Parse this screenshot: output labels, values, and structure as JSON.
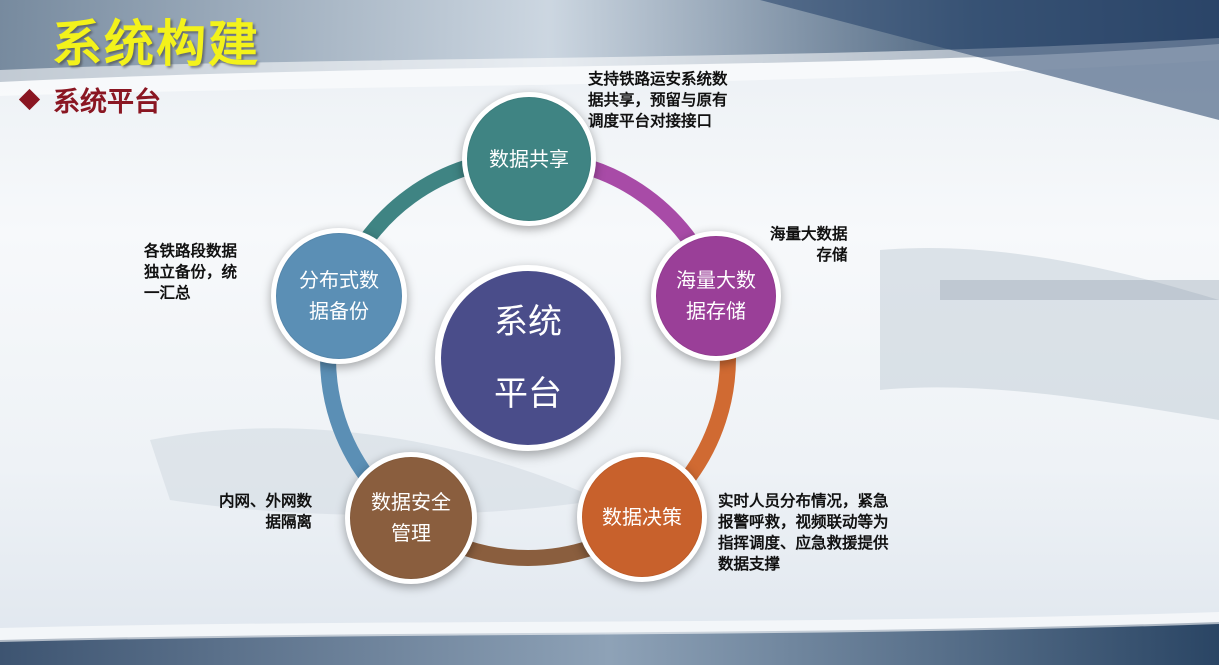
{
  "header": {
    "title": "系统构建",
    "subtitle": "系统平台"
  },
  "diagram": {
    "center": {
      "line1": "系统",
      "line2": "平台",
      "color": "#4a4d8a"
    },
    "nodes": [
      {
        "id": "share",
        "line1": "数据共享",
        "line2": "",
        "color": "#3f8483",
        "ring_color": "#3f8483",
        "note": "支持铁路运安系统数\n据共享，预留与原有\n调度平台对接接口"
      },
      {
        "id": "storage",
        "line1": "海量大数",
        "line2": "据存储",
        "color": "#9a3f98",
        "ring_color": "#a84ba7",
        "note": "海量大数据\n存储"
      },
      {
        "id": "decision",
        "line1": "数据决策",
        "line2": "",
        "color": "#c8612c",
        "ring_color": "#d06a32",
        "note": "实时人员分布情况，紧急\n报警呼救，视频联动等为\n指挥调度、应急救援提供\n数据支撑"
      },
      {
        "id": "security",
        "line1": "数据安全",
        "line2": "管理",
        "color": "#8a5e3e",
        "ring_color": "#8a5e3e",
        "note": "内网、外网数\n据隔离"
      },
      {
        "id": "backup",
        "line1": "分布式数",
        "line2": "据备份",
        "color": "#5b8fb5",
        "ring_color": "#5b8fb5",
        "note": "各铁路段数据\n独立备份，统\n一汇总"
      }
    ]
  }
}
